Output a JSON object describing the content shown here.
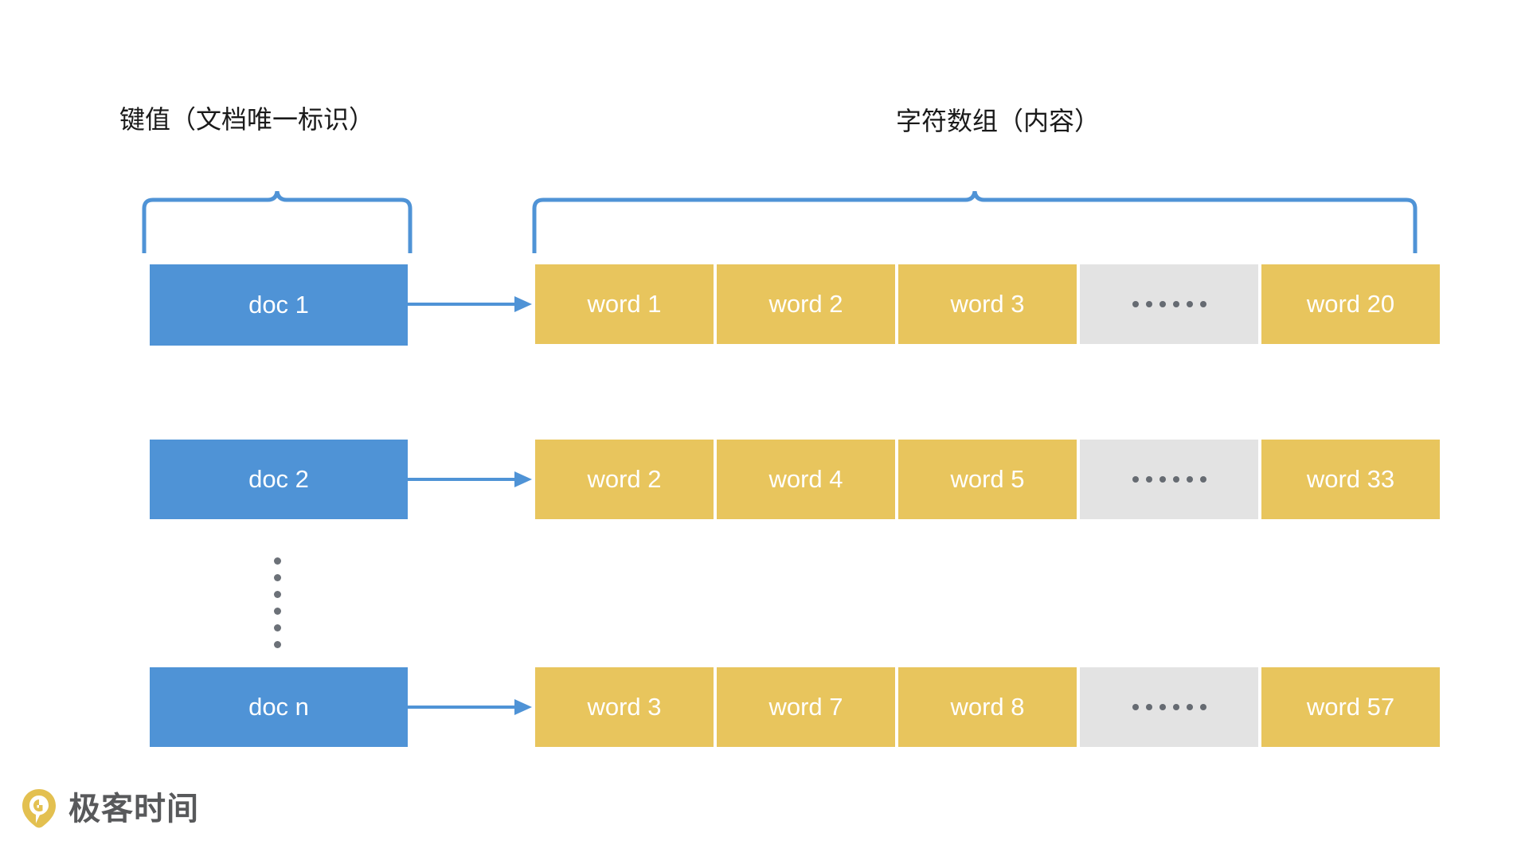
{
  "annotations": {
    "key_label": "键值（文档唯一标识）",
    "array_label": "字符数组（内容）"
  },
  "colors": {
    "key_block": "#4f93d6",
    "word_block": "#e8c55d",
    "ellipsis_block": "#e3e3e3",
    "brace": "#4f93d6",
    "text_on_block": "#ffffff",
    "label_text": "#1a1a1a",
    "logo_mark": "#e3c050",
    "logo_text": "#58595b"
  },
  "rows": [
    {
      "doc_label": "doc 1",
      "arrow": "arrow-right",
      "words": [
        "word 1",
        "word 2",
        "word 3",
        "……",
        "word 20"
      ]
    },
    {
      "doc_label": "doc 2",
      "arrow": "arrow-right",
      "words": [
        "word 2",
        "word 4",
        "word 5",
        "……",
        "word 33"
      ]
    },
    {
      "doc_label": "doc n",
      "arrow": "arrow-right",
      "words": [
        "word 3",
        "word 7",
        "word 8",
        "……",
        "word 57"
      ]
    }
  ],
  "vertical_ellipsis": {
    "dot_count": 6
  },
  "logo": {
    "text": "极客时间",
    "mark": "geektime-logo-icon"
  }
}
